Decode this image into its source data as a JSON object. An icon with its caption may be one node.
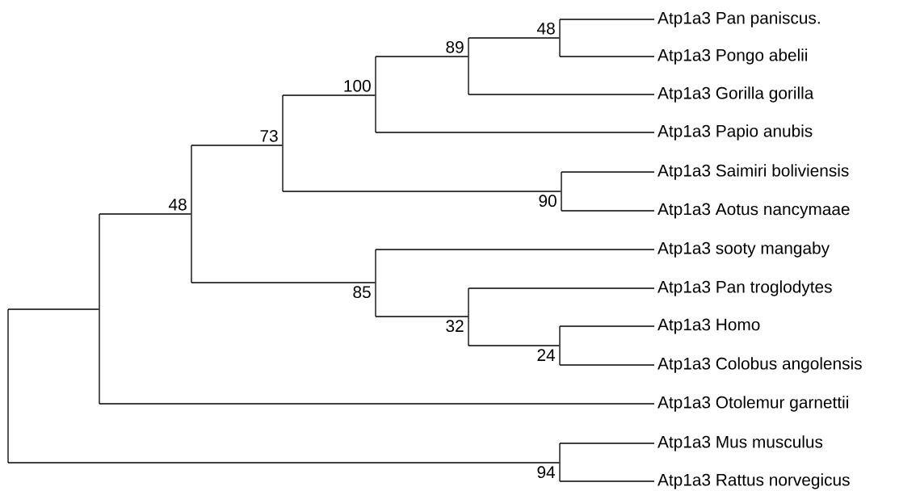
{
  "diagram": {
    "nodes": [
      {
        "text": [
          "Atp1a3 Pan paniscus."
        ]
      },
      {
        "text": [
          "Atp1a3 Pongo abelii"
        ]
      },
      {
        "text": [
          "Atp1a3 Gorilla gorilla"
        ]
      },
      {
        "text": [
          "Atp1a3 Papio anubis"
        ]
      },
      {
        "text": [
          "Atp1a3 Saimiri boliviensis"
        ]
      },
      {
        "text": [
          "Atp1a3 Aotus nancymaae"
        ]
      },
      {
        "text": [
          "Atp1a3 sooty mangaby"
        ]
      },
      {
        "text": [
          "Atp1a3 Pan troglodytes"
        ]
      },
      {
        "text": [
          "Atp1a3 Homo"
        ]
      },
      {
        "text": [
          "Atp1a3 Colobus angolensis"
        ]
      },
      {
        "text": [
          "Atp1a3 Otolemur garnettii"
        ]
      },
      {
        "text": [
          "Atp1a3 Mus musculus"
        ]
      },
      {
        "text": [
          "Atp1a3 Rattus norvegicus"
        ]
      },
      {
        "text": [],
        "shape": "point"
      },
      {
        "text": [],
        "shape": "point"
      },
      {
        "text": [],
        "shape": "point",
        "beside": [
          "48"
        ]
      },
      {
        "text": [],
        "shape": "point",
        "beside": [
          "73"
        ]
      },
      {
        "text": [],
        "shape": "point",
        "beside": [
          "100"
        ]
      },
      {
        "text": [],
        "shape": "point",
        "beside": [
          "89"
        ]
      },
      {
        "text": [],
        "shape": "point",
        "beside": [
          "48"
        ]
      },
      {
        "text": [],
        "shape": "point",
        "beside": [
          "90"
        ]
      },
      {
        "text": [],
        "shape": "point",
        "beside": [
          "85"
        ]
      },
      {
        "text": [],
        "shape": "point",
        "beside": [
          "32"
        ]
      },
      {
        "text": [],
        "shape": "point",
        "beside": [
          "24"
        ]
      },
      {
        "text": [],
        "shape": "point",
        "beside": [
          "94"
        ]
      }
    ],
    "edges": [
      {
        "from": 13,
        "to": 14,
        "arrow": "none"
      },
      {
        "from": 13,
        "to": 24,
        "arrow": "none"
      },
      {
        "from": 14,
        "to": 15,
        "arrow": "none"
      },
      {
        "from": 14,
        "to": 10,
        "arrow": "none"
      },
      {
        "from": 15,
        "to": 16,
        "arrow": "none"
      },
      {
        "from": 15,
        "to": 21,
        "arrow": "none"
      },
      {
        "from": 16,
        "to": 17,
        "arrow": "none"
      },
      {
        "from": 16,
        "to": 20,
        "arrow": "none"
      },
      {
        "from": 17,
        "to": 18,
        "arrow": "none"
      },
      {
        "from": 17,
        "to": 3,
        "arrow": "none"
      },
      {
        "from": 18,
        "to": 19,
        "arrow": "none"
      },
      {
        "from": 18,
        "to": 2,
        "arrow": "none"
      },
      {
        "from": 19,
        "to": 0,
        "arrow": "none"
      },
      {
        "from": 19,
        "to": 1,
        "arrow": "none"
      },
      {
        "from": 20,
        "to": 4,
        "arrow": "none"
      },
      {
        "from": 20,
        "to": 5,
        "arrow": "none"
      },
      {
        "from": 21,
        "to": 6,
        "arrow": "none"
      },
      {
        "from": 21,
        "to": 22,
        "arrow": "none"
      },
      {
        "from": 22,
        "to": 7,
        "arrow": "none"
      },
      {
        "from": 22,
        "to": 23,
        "arrow": "none"
      },
      {
        "from": 23,
        "to": 8,
        "arrow": "none"
      },
      {
        "from": 23,
        "to": 9,
        "arrow": "none"
      },
      {
        "from": 24,
        "to": 11,
        "arrow": "none"
      },
      {
        "from": 24,
        "to": 12,
        "arrow": "none"
      }
    ]
  }
}
